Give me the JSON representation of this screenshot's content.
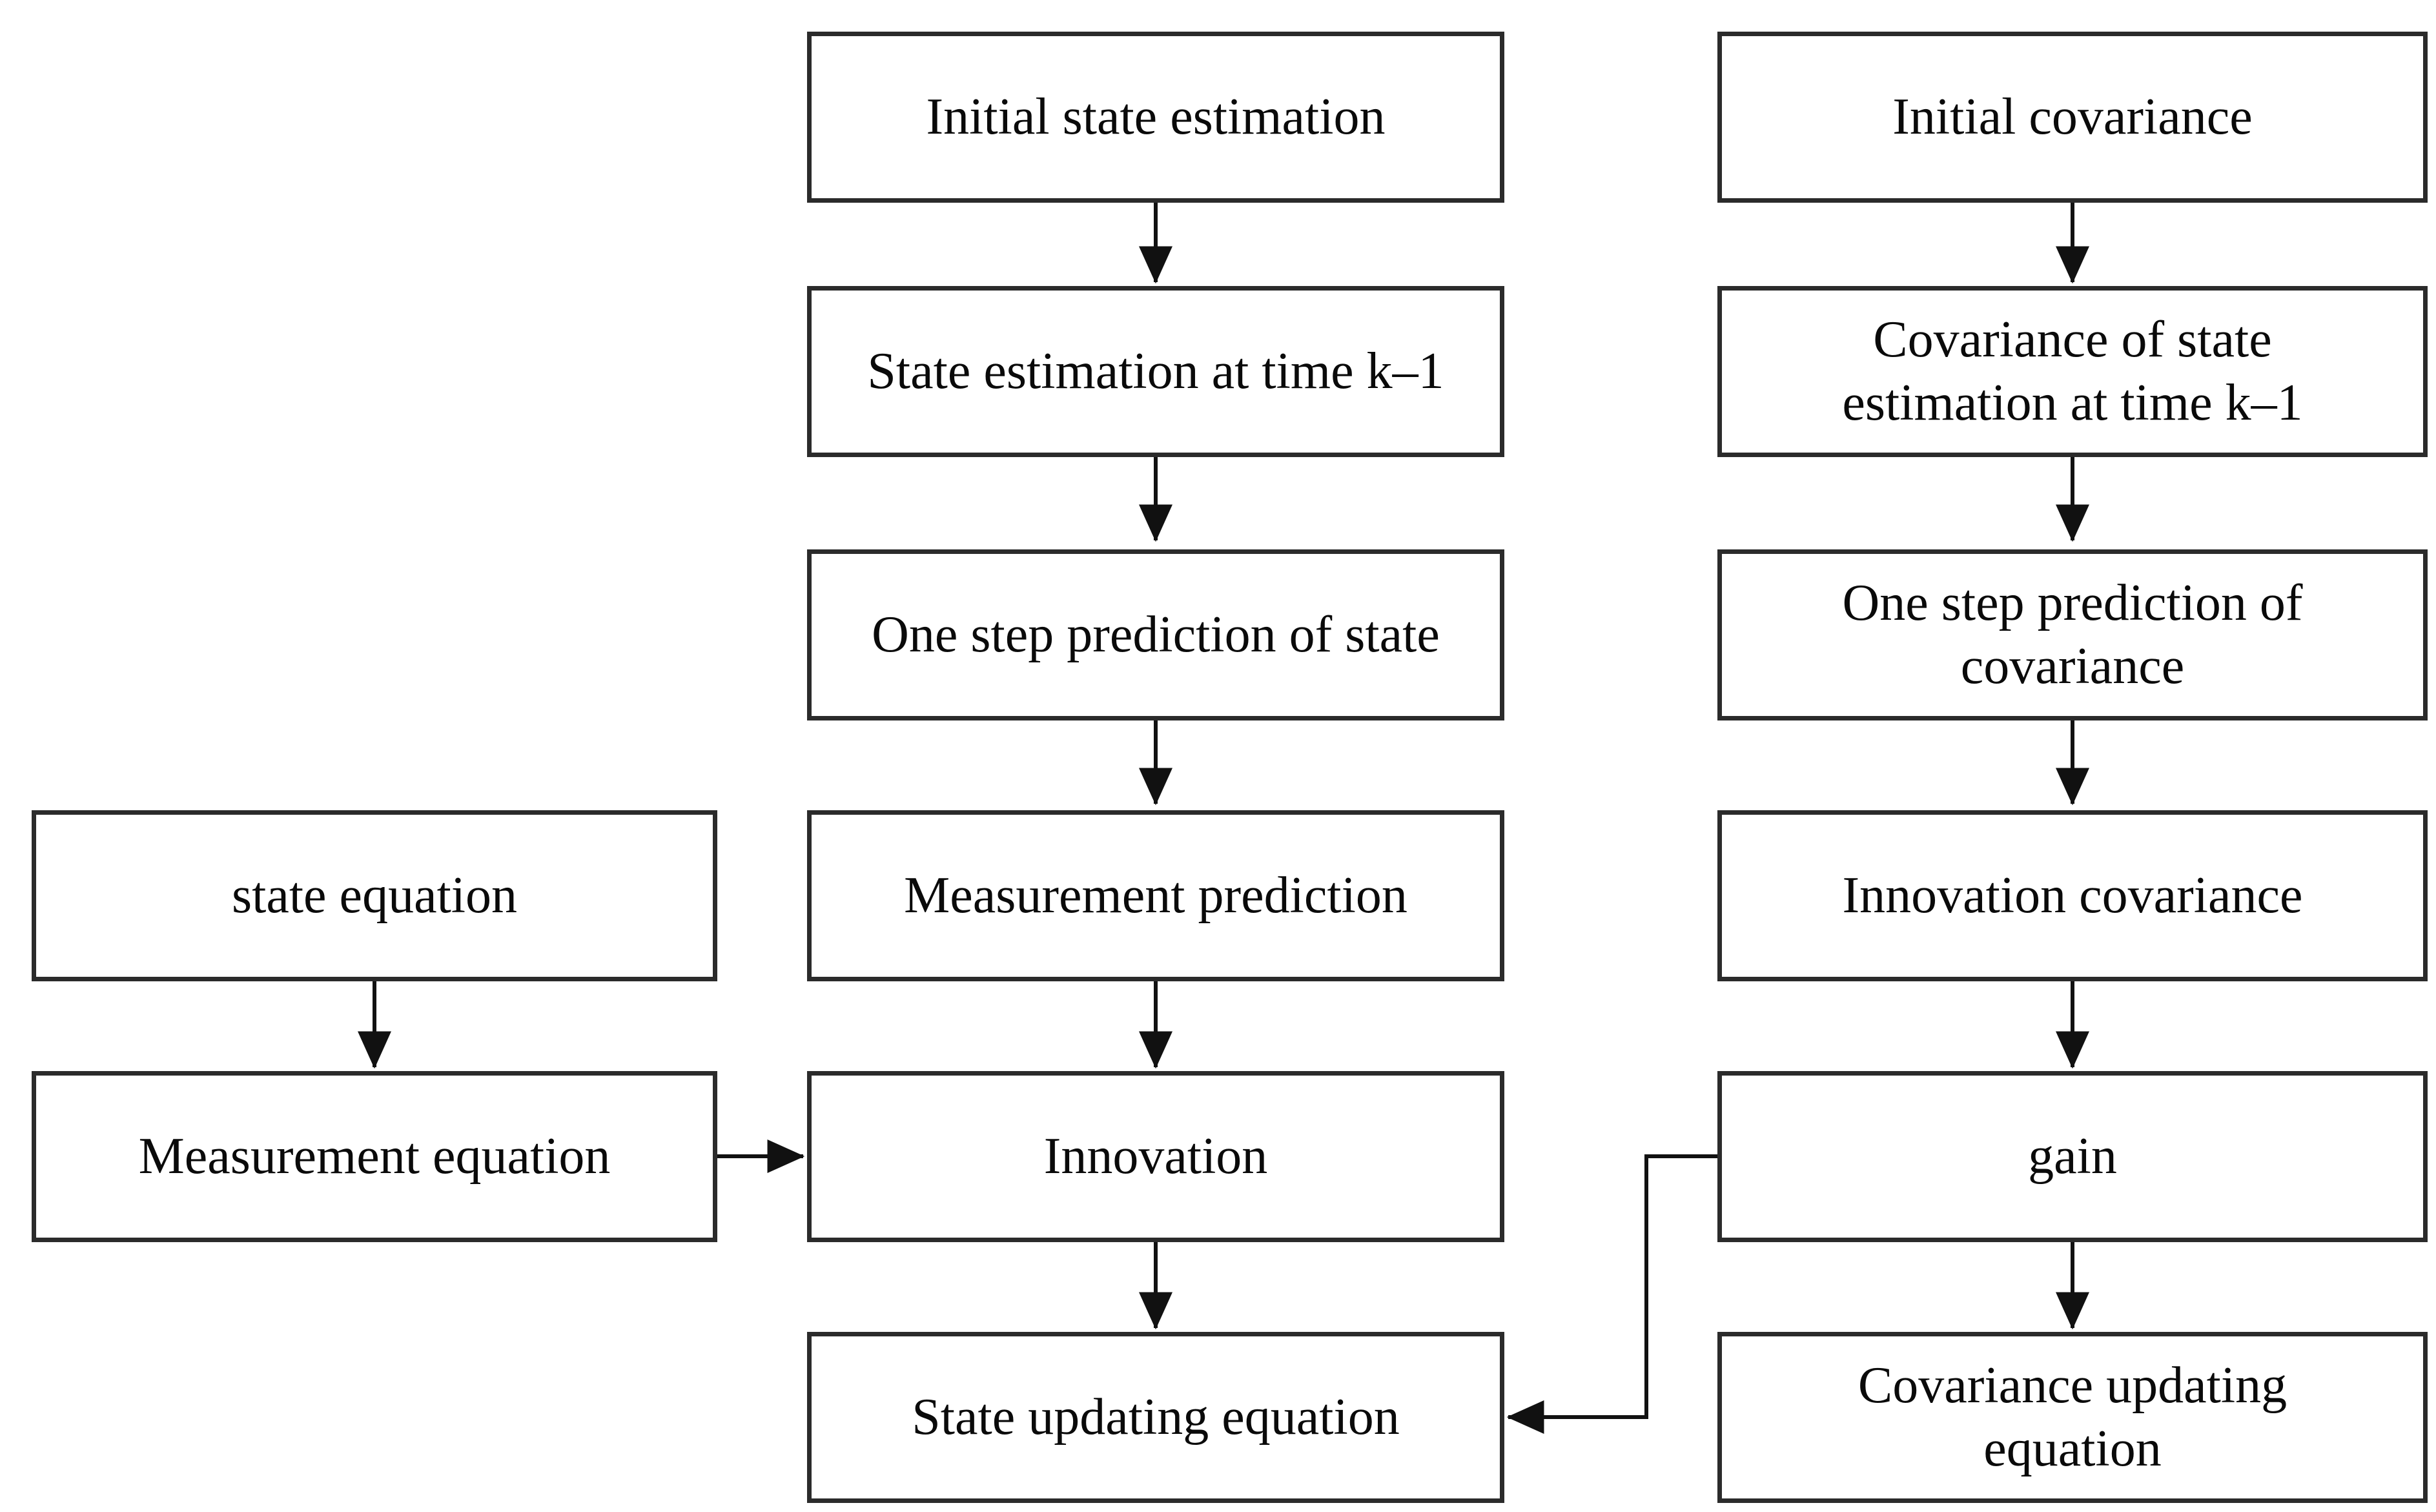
{
  "diagram": {
    "type": "flowchart",
    "background": "#ffffff",
    "colors": {
      "box_border": "#2b2b2b",
      "box_fill": "#ffffff",
      "text": "#0a0a0a",
      "arrow": "#111111"
    },
    "nodes": {
      "initial_state_estimation": {
        "label": "Initial state estimation"
      },
      "state_estimation_k1": {
        "label": "State estimation at time k–1"
      },
      "one_step_prediction_state": {
        "label": "One step prediction of state"
      },
      "measurement_prediction": {
        "label": "Measurement prediction"
      },
      "innovation": {
        "label": "Innovation"
      },
      "state_updating_equation": {
        "label": "State updating equation"
      },
      "initial_covariance": {
        "label": "Initial covariance"
      },
      "covariance_state_estimation_k1": {
        "label": "Covariance of state estimation at time k–1"
      },
      "one_step_prediction_covariance": {
        "label": "One step prediction of covariance"
      },
      "innovation_covariance": {
        "label": "Innovation covariance"
      },
      "gain": {
        "label": "gain"
      },
      "covariance_updating_equation": {
        "label": "Covariance updating equation"
      },
      "state_equation": {
        "label": "state equation"
      },
      "measurement_equation": {
        "label": "Measurement equation"
      }
    },
    "edges": [
      {
        "from": "initial_state_estimation",
        "to": "state_estimation_k1"
      },
      {
        "from": "state_estimation_k1",
        "to": "one_step_prediction_state"
      },
      {
        "from": "one_step_prediction_state",
        "to": "measurement_prediction"
      },
      {
        "from": "measurement_prediction",
        "to": "innovation"
      },
      {
        "from": "innovation",
        "to": "state_updating_equation"
      },
      {
        "from": "initial_covariance",
        "to": "covariance_state_estimation_k1"
      },
      {
        "from": "covariance_state_estimation_k1",
        "to": "one_step_prediction_covariance"
      },
      {
        "from": "one_step_prediction_covariance",
        "to": "innovation_covariance"
      },
      {
        "from": "innovation_covariance",
        "to": "gain"
      },
      {
        "from": "gain",
        "to": "covariance_updating_equation"
      },
      {
        "from": "state_equation",
        "to": "measurement_equation"
      },
      {
        "from": "measurement_equation",
        "to": "innovation"
      },
      {
        "from": "gain",
        "to": "state_updating_equation"
      }
    ]
  }
}
